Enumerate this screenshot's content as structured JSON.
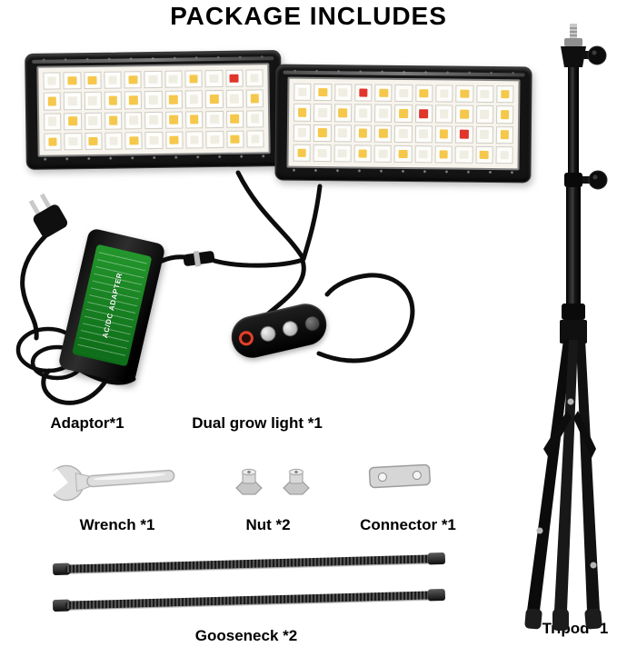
{
  "title": "PACKAGE INCLUDES",
  "labels": {
    "adaptor": "Adaptor*1",
    "dual_grow_light": "Dual grow light *1",
    "wrench": "Wrench *1",
    "nut": "Nut *2",
    "connector": "Connector *1",
    "gooseneck": "Gooseneck *2",
    "tripod": "Tripod *1"
  },
  "adapter": {
    "text": "AC/DC ADAPTER"
  },
  "panels": {
    "rows": 4,
    "cols": 11,
    "left_rows": [
      "WYYWYWWYWRW",
      "YWWYYWYWYWY",
      "WYWYWWYYWYW",
      "YWYWYWYWWYW"
    ],
    "right_rows": [
      "WYWRYWYWYWY",
      "YWYWWYRWYWY",
      "WYWYYWWYRWY",
      "YWWYWYWYWYW"
    ],
    "led_colors": {
      "W": "#f0ede2",
      "Y": "#f5c84b",
      "R": "#e0352b"
    }
  },
  "colors": {
    "frame_black": "#141414",
    "label_green": "#168021",
    "metal_gray": "#d6d6d6",
    "power_button_red": "#e2402a"
  }
}
